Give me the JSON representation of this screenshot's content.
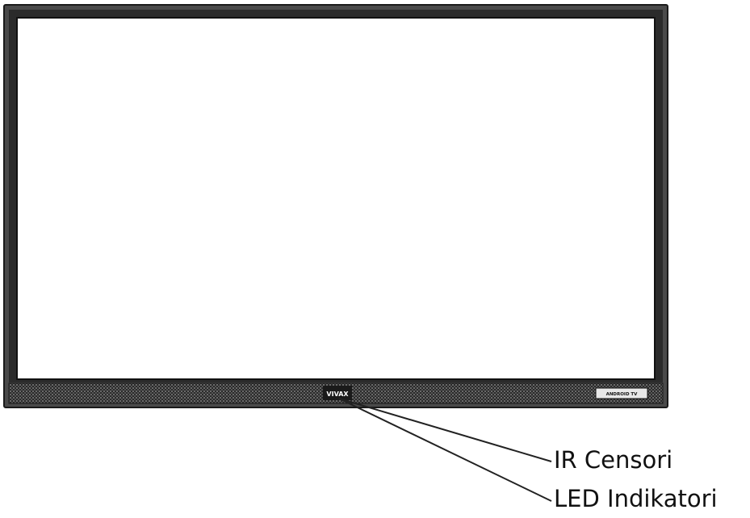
{
  "figure": {
    "brand_logo": "VIVAX",
    "badge_text": "ANDROID TV",
    "callouts": {
      "ir_sensor": "IR Censori",
      "led_indicator": "LED Indikatori"
    }
  },
  "colors": {
    "frame": "#3a3a3a",
    "bezel_dark": "#1c1c1c",
    "speaker_grille": "#4a4a4a",
    "screen": "#ffffff",
    "line": "#222222"
  }
}
